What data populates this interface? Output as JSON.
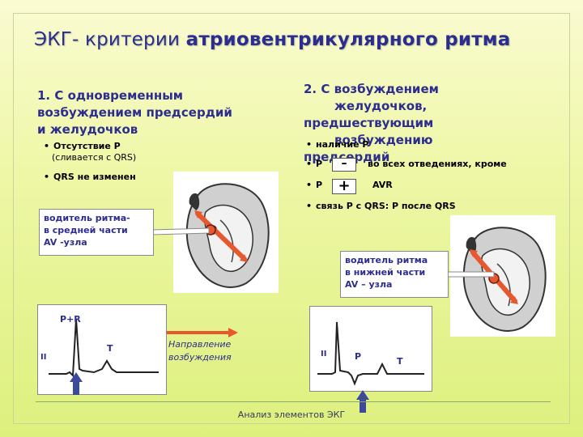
{
  "title": {
    "prefix": "ЭКГ- критерии ",
    "bold": "атриовентрикулярного ритма"
  },
  "left": {
    "heading_lines": [
      "1.   С одновременным",
      "возбуждением предсердий",
      "и желудочков"
    ],
    "bullet1_bold": "Отсутствие P",
    "bullet1_normal": "(сливается с QRS)",
    "bullet2": "QRS не изменен",
    "pacemaker_lines": [
      "водитель ритма-",
      "в средней части",
      "AV -узла"
    ],
    "ecg": {
      "lead": "II",
      "wave_pr": "P+R",
      "wave_t": "T"
    },
    "direction_lines": [
      "Направление",
      "возбуждения"
    ]
  },
  "right": {
    "heading_lines": [
      "2. С возбуждением",
      "желудочков,",
      "предшествующим",
      "возбуждению",
      "предсердий"
    ],
    "bullet1": "наличие P",
    "bullet2_pre": "P",
    "bullet2_sign": "–",
    "bullet2_post": "во всех отведениях, кроме",
    "bullet3_pre": "P",
    "bullet3_sign": "+",
    "bullet3_post": "AVR",
    "bullet4": "связь P с QRS:  P после  QRS",
    "pacemaker_lines": [
      "водитель ритма",
      "в нижней части",
      "AV – узла"
    ],
    "ecg": {
      "lead": "II",
      "wave_p": "P",
      "wave_t": "T"
    }
  },
  "footer": "Анализ элементов ЭКГ",
  "colors": {
    "heading": "#2d2c8f",
    "arrow": "#e8582e",
    "pointer": "#3c4a9a"
  }
}
